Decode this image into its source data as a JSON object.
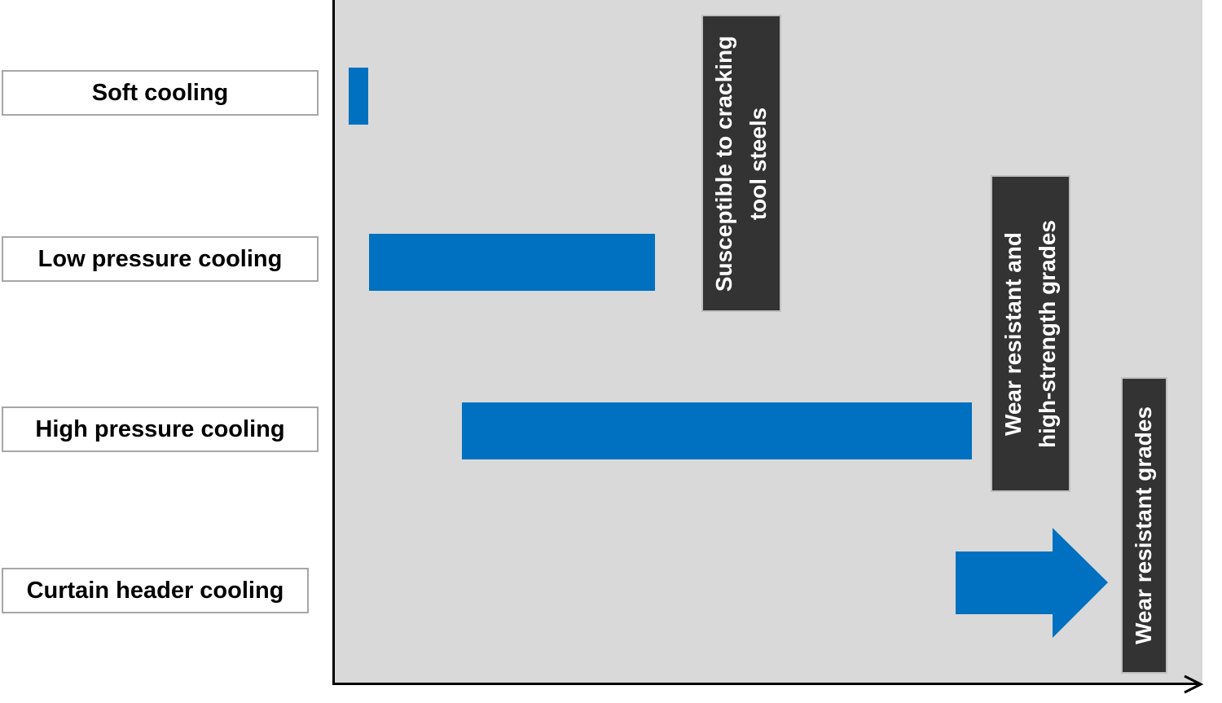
{
  "colors": {
    "plot_background": "#d9d9d9",
    "bar": "#0070c0",
    "note_background": "#333333",
    "note_text": "#ffffff",
    "axis": "#000000"
  },
  "rows": [
    {
      "label": "Soft cooling"
    },
    {
      "label": "Low pressure cooling"
    },
    {
      "label": "High pressure cooling"
    },
    {
      "label": "Curtain header cooling"
    }
  ],
  "notes": [
    {
      "line1": "Susceptible to cracking",
      "line2": "tool steels"
    },
    {
      "line1": "Wear resistant and",
      "line2": "high-strength  grades"
    },
    {
      "line1": "Wear resistant  grades"
    }
  ],
  "arrow_icon": "right-arrow-icon"
}
